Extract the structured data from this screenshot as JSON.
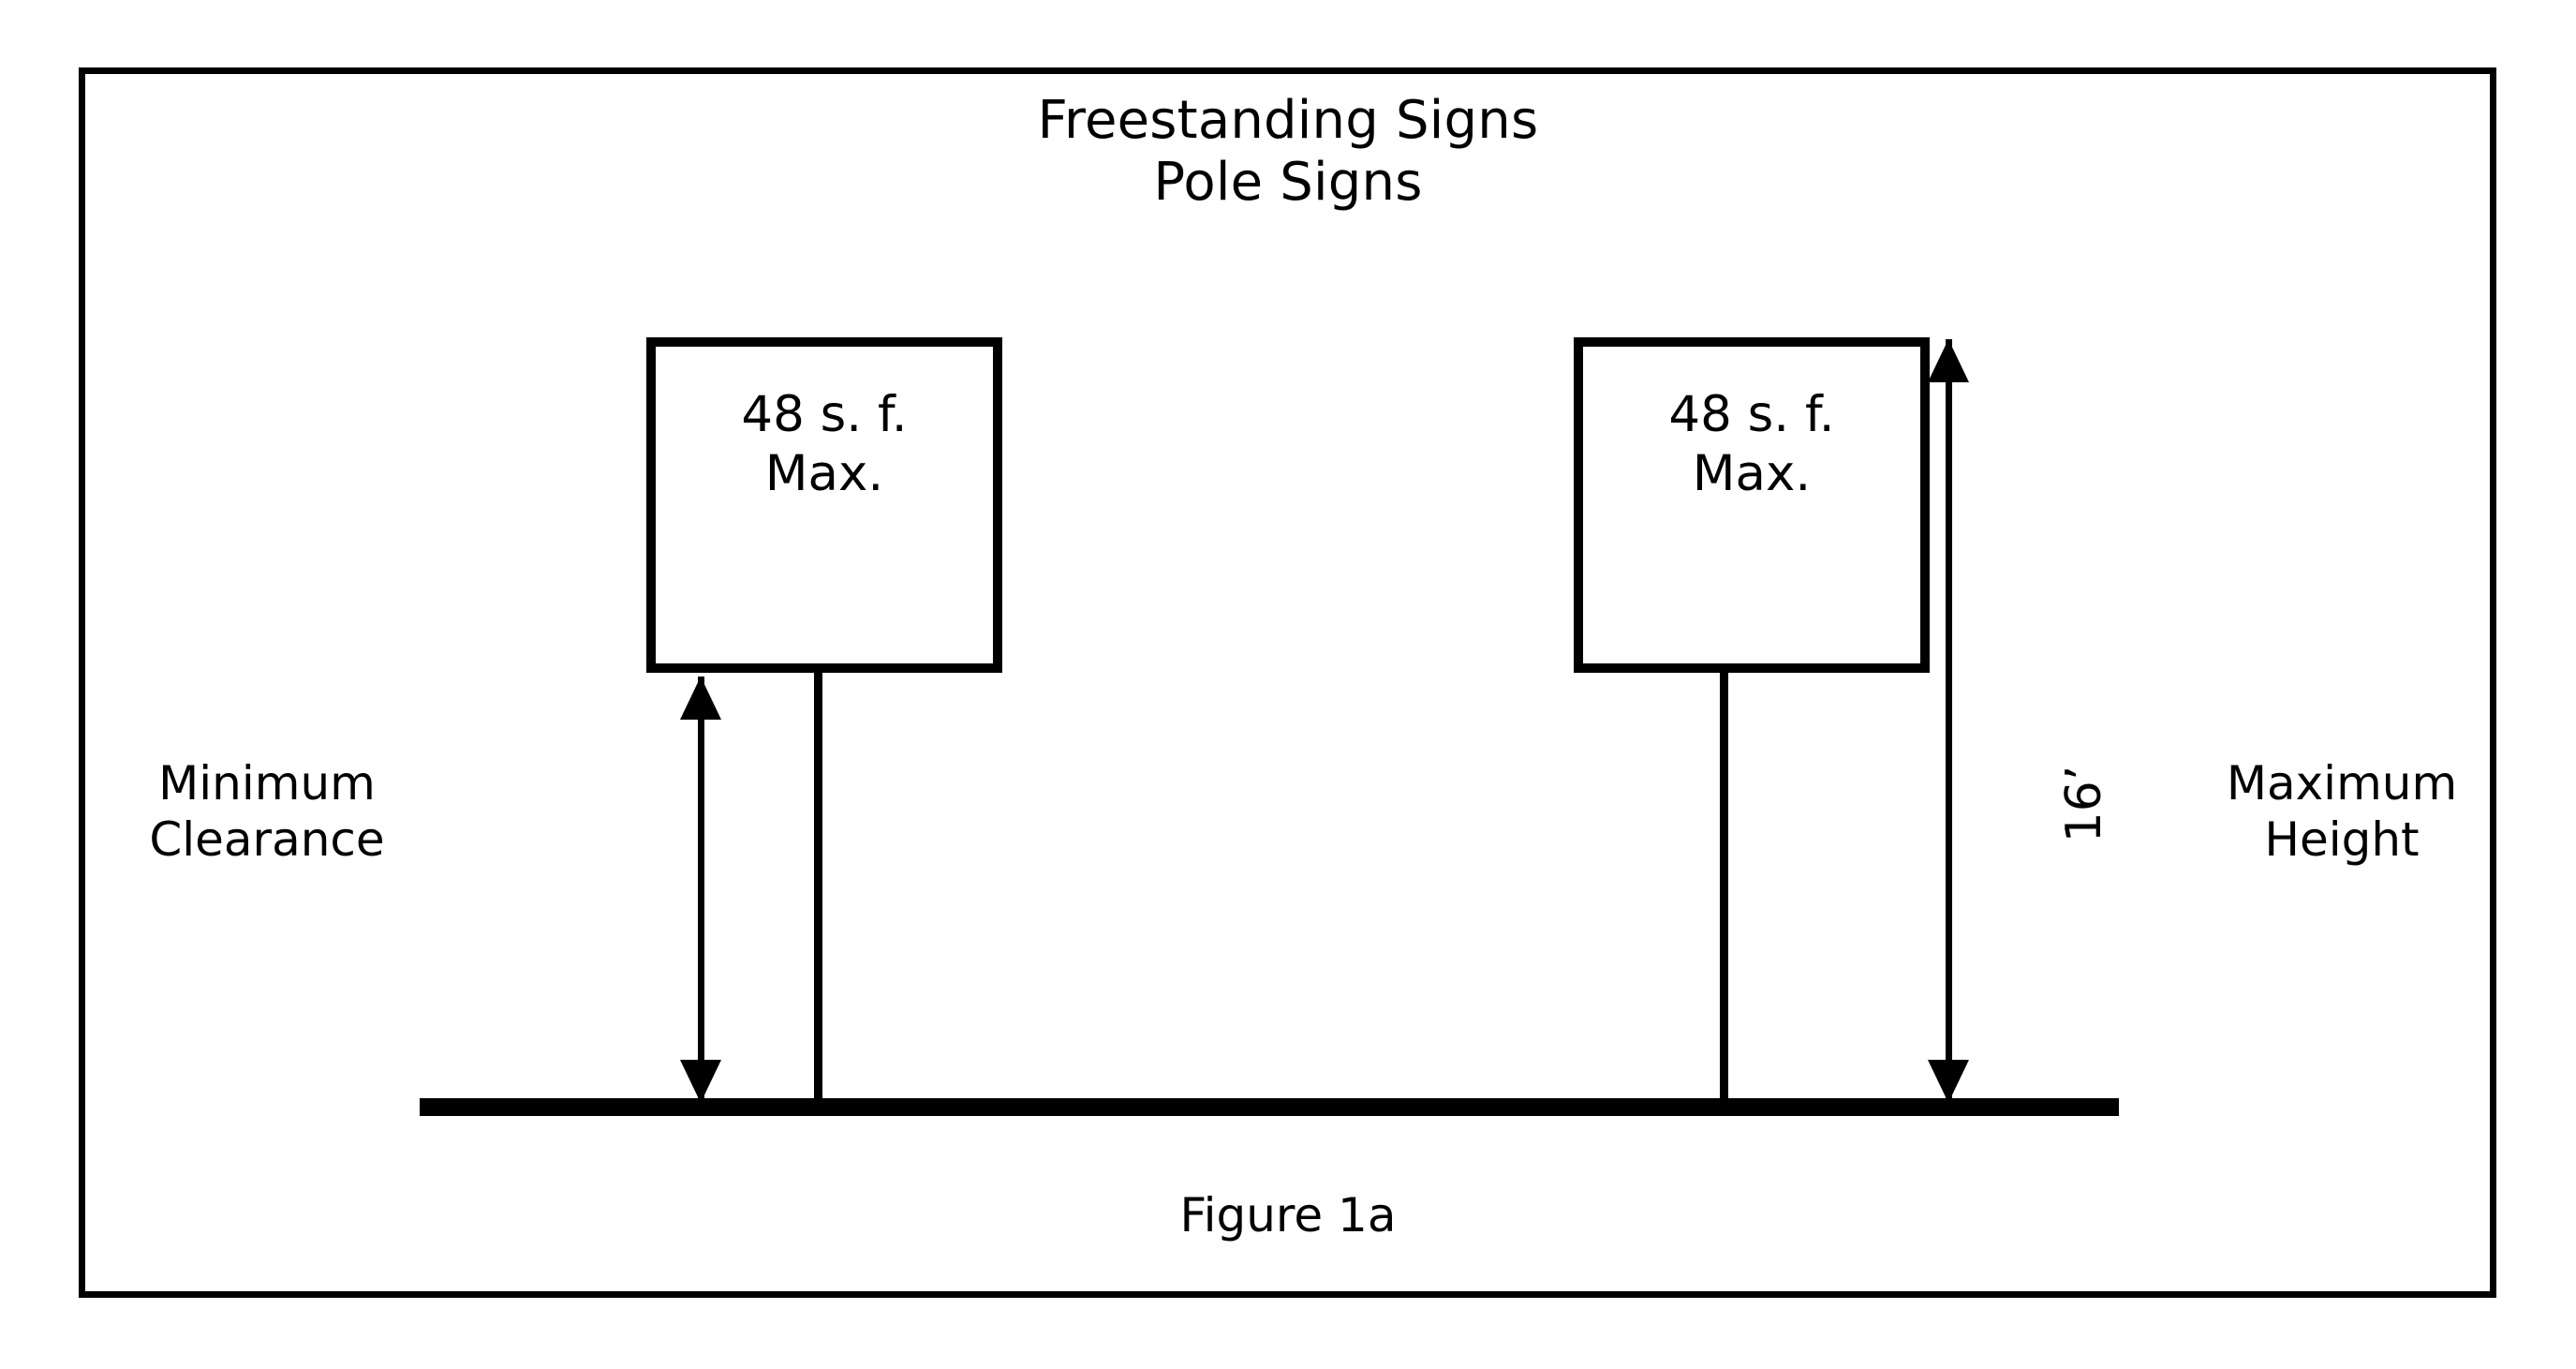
{
  "figure": {
    "title_lines": [
      "Freestanding Signs",
      "Pole Signs"
    ],
    "caption": "Figure 1a",
    "border_color": "#000000",
    "background_color": "#ffffff",
    "ink_color": "#000000"
  },
  "signs": [
    {
      "id": "left-sign",
      "area_label": "48 s. f.",
      "limit_label": "Max."
    },
    {
      "id": "right-sign",
      "area_label": "48 s. f.",
      "limit_label": "Max."
    }
  ],
  "dimensions": {
    "clearance": {
      "label_lines": [
        "Minimum",
        "Clearance"
      ],
      "arrow_style": "double-headed-vertical"
    },
    "height": {
      "value": "16’",
      "label_lines": [
        "Maximum",
        "Height"
      ],
      "arrow_style": "double-headed-vertical"
    }
  },
  "chart_data": {
    "type": "diagram",
    "title": "Freestanding Signs / Pole Signs",
    "subtitle": "Figure 1a",
    "annotations": [
      {
        "name": "left-sign-area",
        "text": "48 s. f. Max."
      },
      {
        "name": "right-sign-area",
        "text": "48 s. f. Max."
      },
      {
        "name": "minimum-clearance",
        "text": "Minimum Clearance"
      },
      {
        "name": "maximum-height",
        "text": "Maximum Height"
      },
      {
        "name": "height-dimension",
        "text": "16’"
      }
    ],
    "measures": [
      {
        "label": "Maximum sign face area",
        "value": 48,
        "unit": "square feet"
      },
      {
        "label": "Maximum sign height",
        "value": 16,
        "unit": "feet"
      }
    ]
  }
}
